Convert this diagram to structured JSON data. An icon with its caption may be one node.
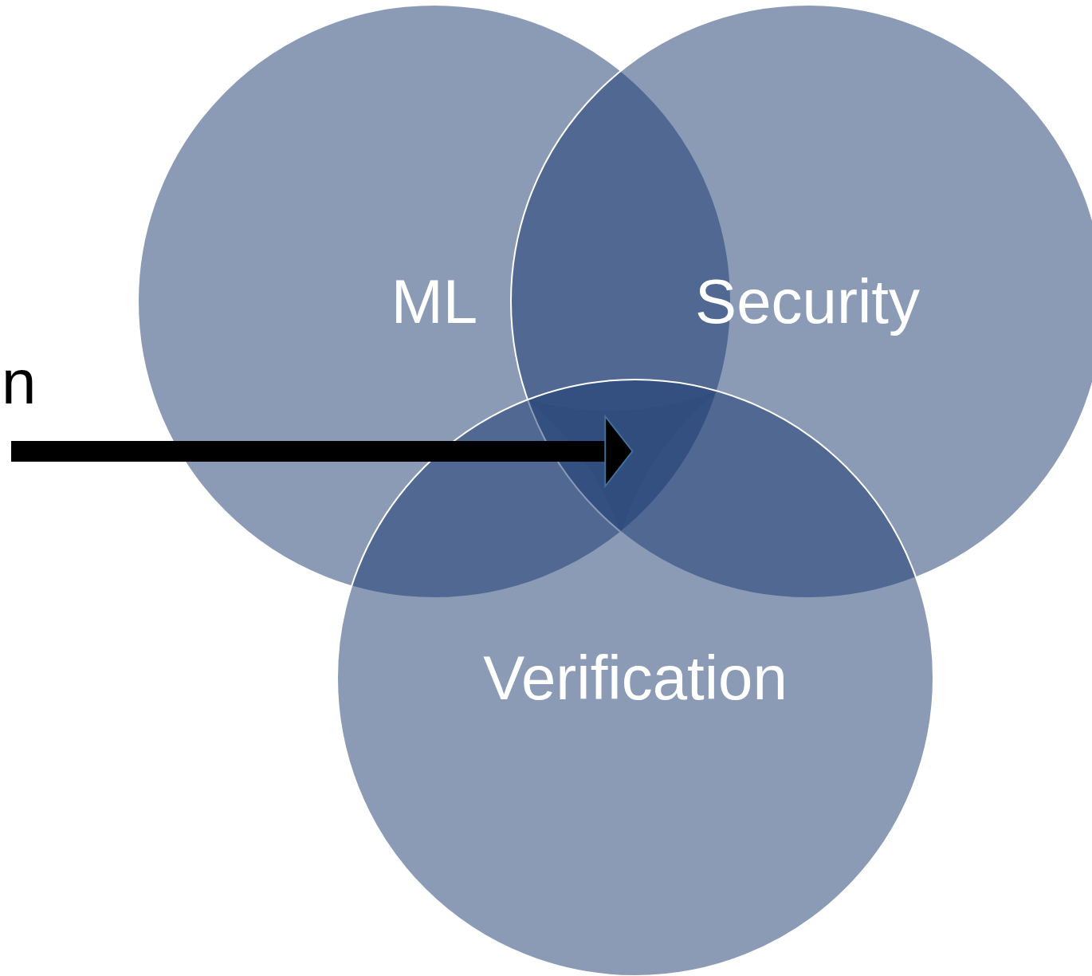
{
  "diagram": {
    "nodes": [
      {
        "text": [
          "ML"
        ]
      },
      {
        "text": [
          "Security"
        ]
      },
      {
        "text": [
          "Verification"
        ]
      },
      {
        "text": [],
        "shape": "region"
      }
    ],
    "edges": [
      {
        "from": null,
        "to": 3,
        "arrow": "to"
      }
    ],
    "labels": [
      "n"
    ]
  }
}
